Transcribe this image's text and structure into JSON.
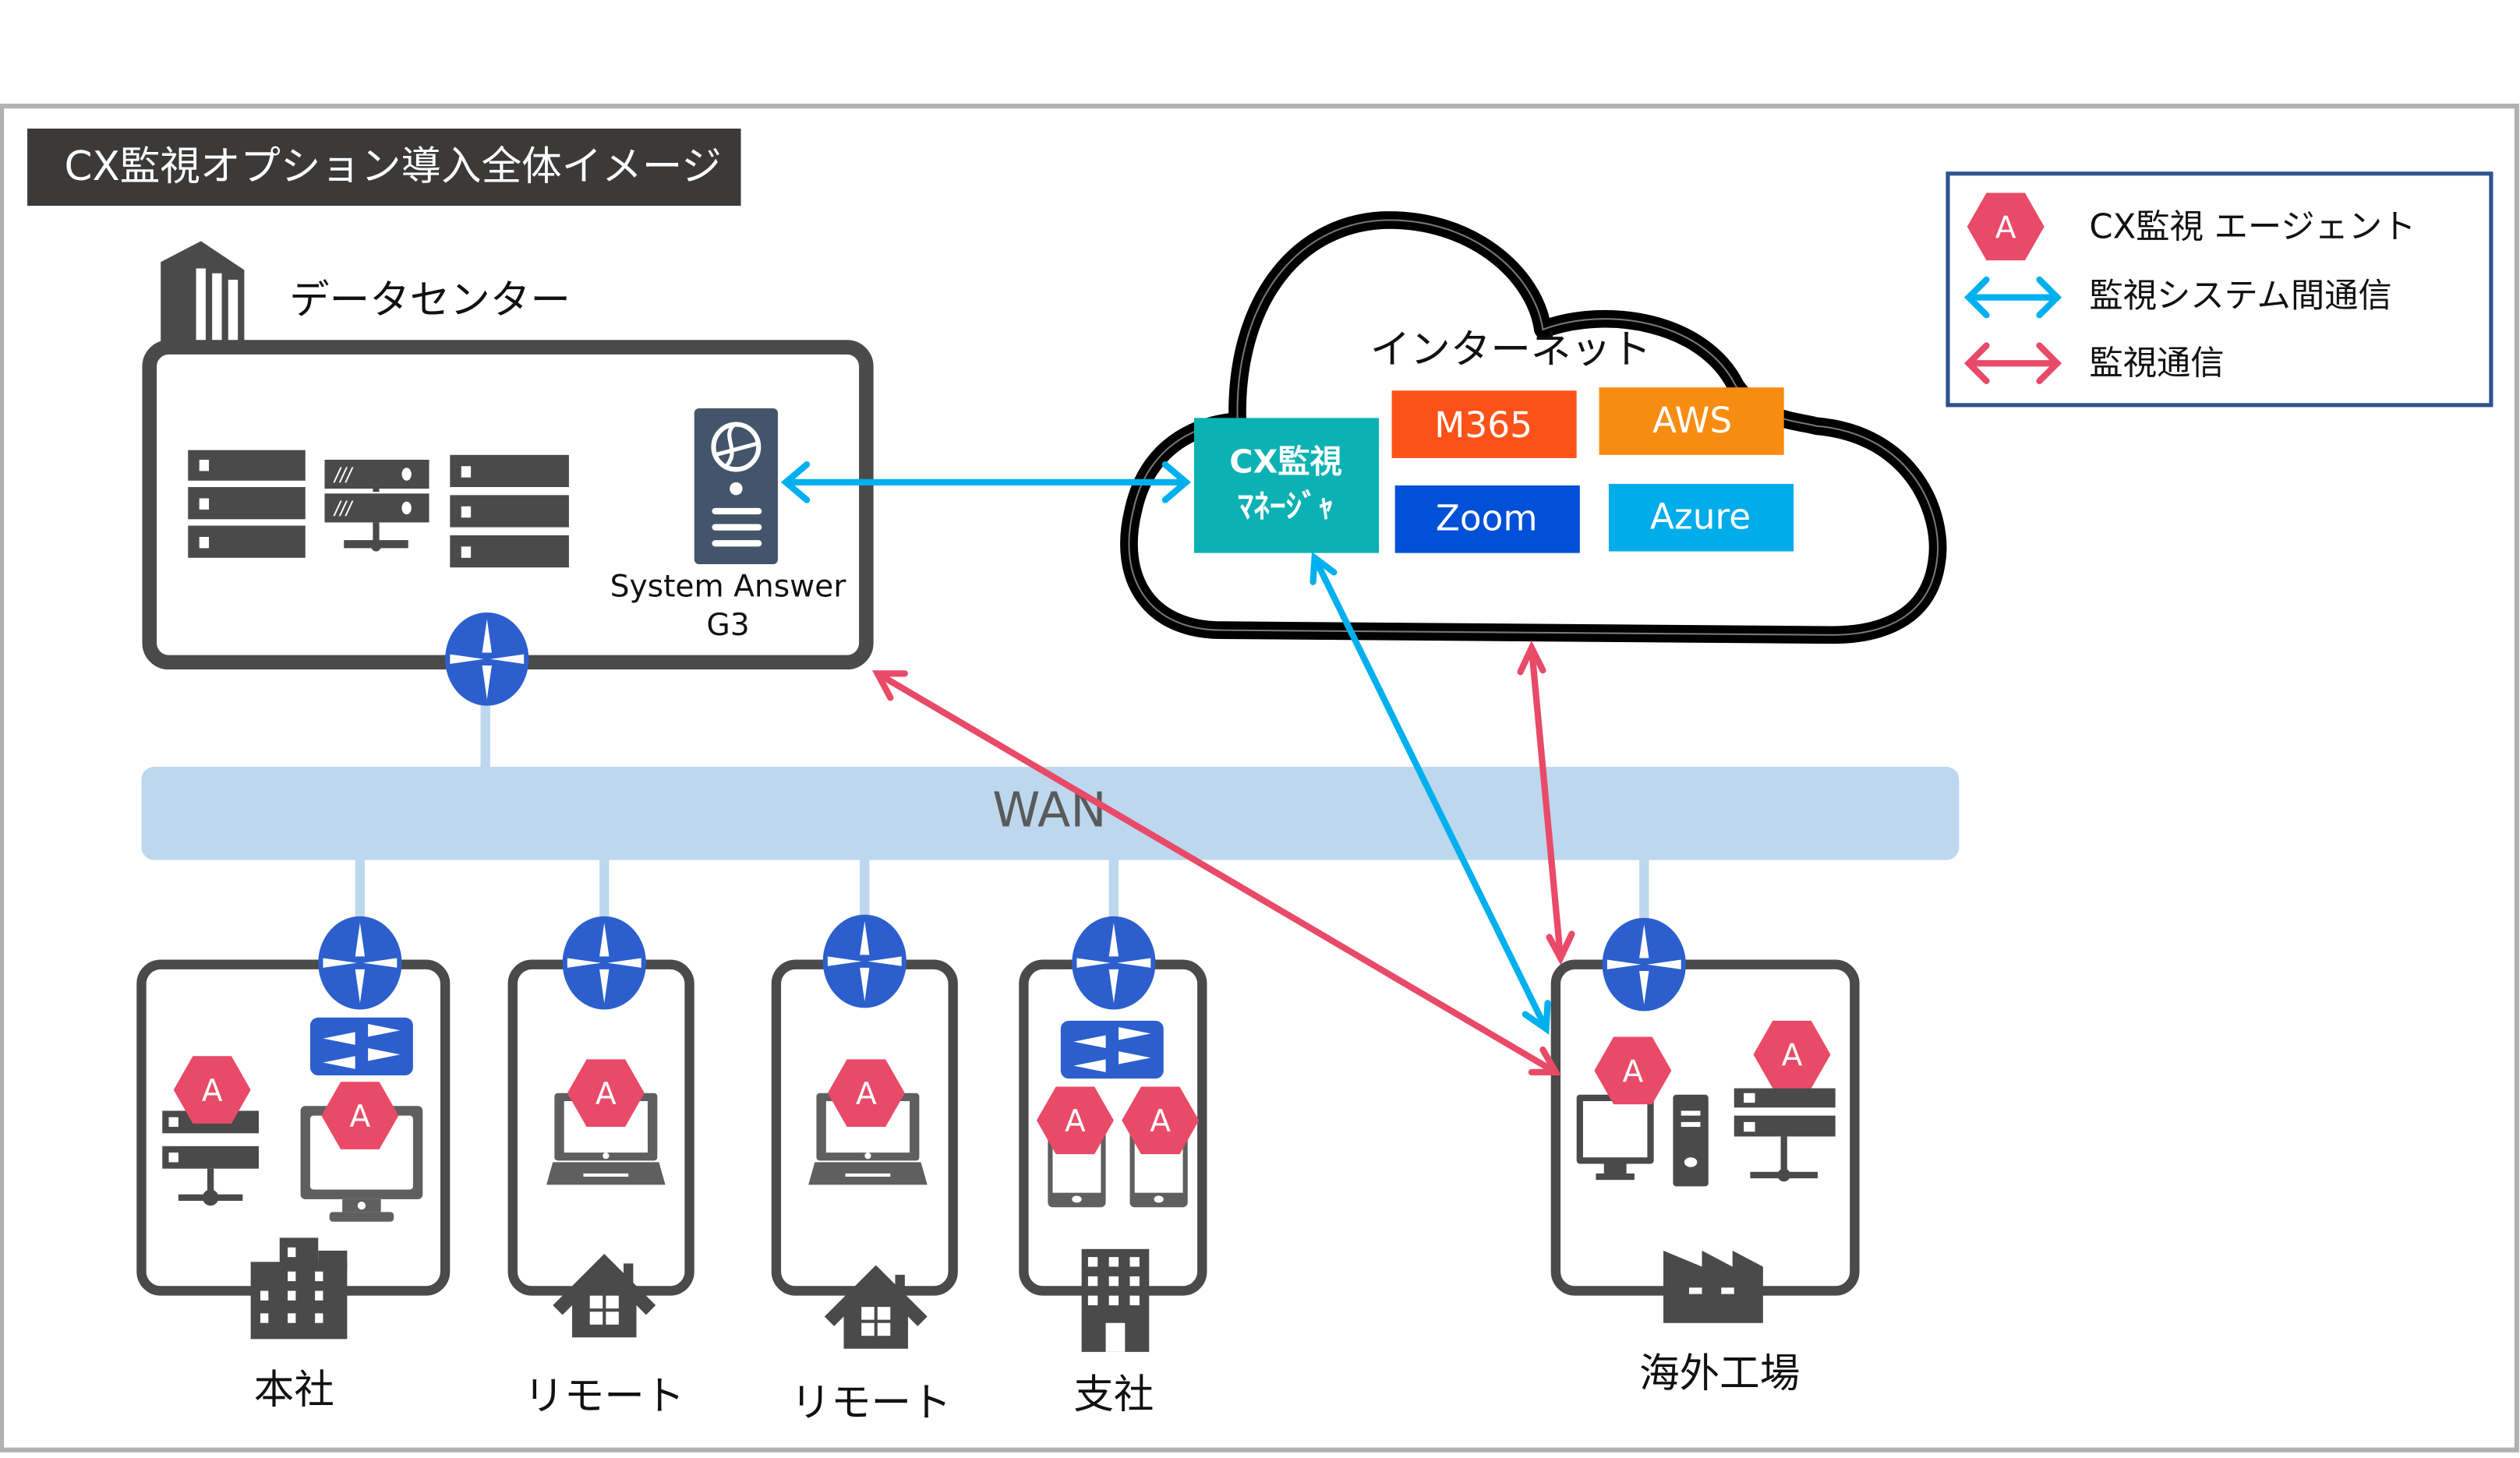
{
  "title": "CX監視オプション導入全体イメージ",
  "colors": {
    "agent": "#e84a68",
    "system_link": "#00b0ee",
    "monitor_link": "#e84a68",
    "router": "#2c5fcd",
    "wan": "#bdd7ee",
    "frame": "#4a4a4a",
    "manager": "#0cb1b3",
    "m365": "#fc5219",
    "aws": "#f78c12",
    "zoom": "#0050d8",
    "azure": "#00acea",
    "legend_border": "#2f528f",
    "title_bg": "#3b3a38"
  },
  "datacenter": {
    "label": "データセンター",
    "server_label_line1": "System Answer",
    "server_label_line2": "G3"
  },
  "cloud": {
    "label": "インターネット",
    "manager_line1": "CX監視",
    "manager_line2": "ﾏﾈｰｼﾞｬ",
    "services": [
      {
        "label": "M365"
      },
      {
        "label": "AWS"
      },
      {
        "label": "Zoom"
      },
      {
        "label": "Azure"
      }
    ]
  },
  "wan": {
    "label": "WAN"
  },
  "sites": [
    {
      "label": "本社",
      "agents": 2
    },
    {
      "label": "リモート",
      "agents": 1
    },
    {
      "label": "リモート",
      "agents": 1
    },
    {
      "label": "支社",
      "agents": 2
    },
    {
      "label": "海外工場",
      "agents": 2
    }
  ],
  "agent_letter": "A",
  "legend": {
    "items": [
      {
        "label": "CX監視 エージェント",
        "icon": "agent-hexagon-icon"
      },
      {
        "label": "監視システム間通信",
        "icon": "blue-double-arrow-icon"
      },
      {
        "label": "監視通信",
        "icon": "red-double-arrow-icon"
      }
    ]
  }
}
